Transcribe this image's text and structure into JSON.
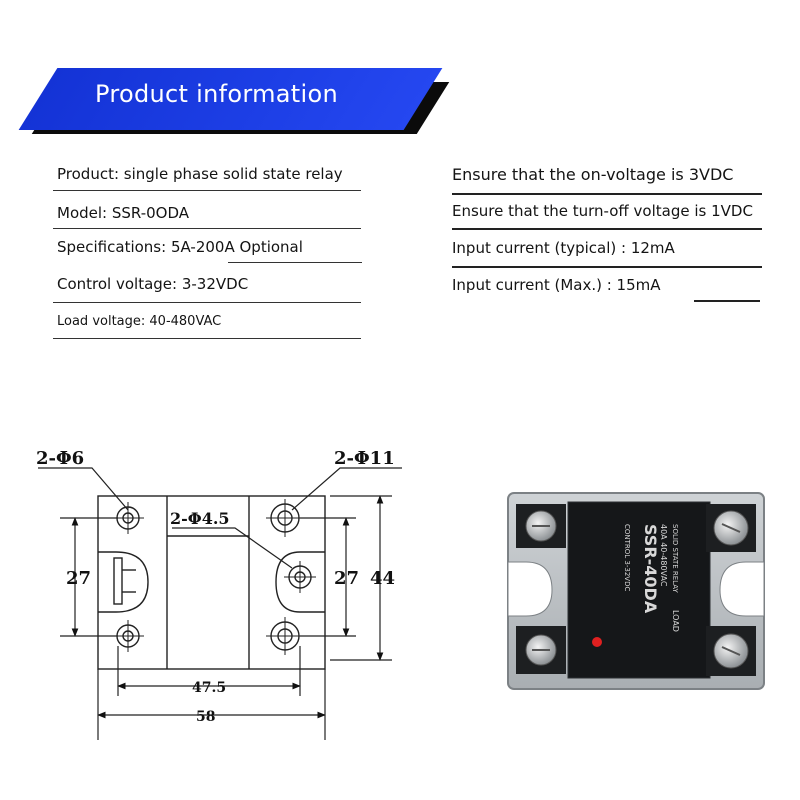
{
  "header": {
    "title": "Product information"
  },
  "specs_left": [
    "Product: single phase solid state relay",
    "Model: SSR-0ODA",
    "Specifications: 5A-200A Optional",
    "Control voltage: 3-32VDC",
    "Load voltage: 40-480VAC"
  ],
  "specs_right": [
    "Ensure that the on-voltage is 3VDC",
    "Ensure that the turn-off voltage is 1VDC",
    "Input current (typical) : 12mA",
    "Input current (Max.) : 15mA"
  ],
  "drawing": {
    "hole_left": "2-Φ6",
    "hole_right": "2-Φ11",
    "hole_center": "2-Φ4.5",
    "dim_left_height": "27",
    "dim_right_height": "27",
    "dim_total_height": "44",
    "dim_hole_spacing": "47.5",
    "dim_total_width": "58"
  },
  "photo": {
    "model_label": "SSR-40DA",
    "load_label": "LOAD",
    "rating_label": "40A 40-480VAC",
    "control_label": "CONTROL 3-32VDC",
    "small_text": "SOLID STATE RELAY"
  }
}
